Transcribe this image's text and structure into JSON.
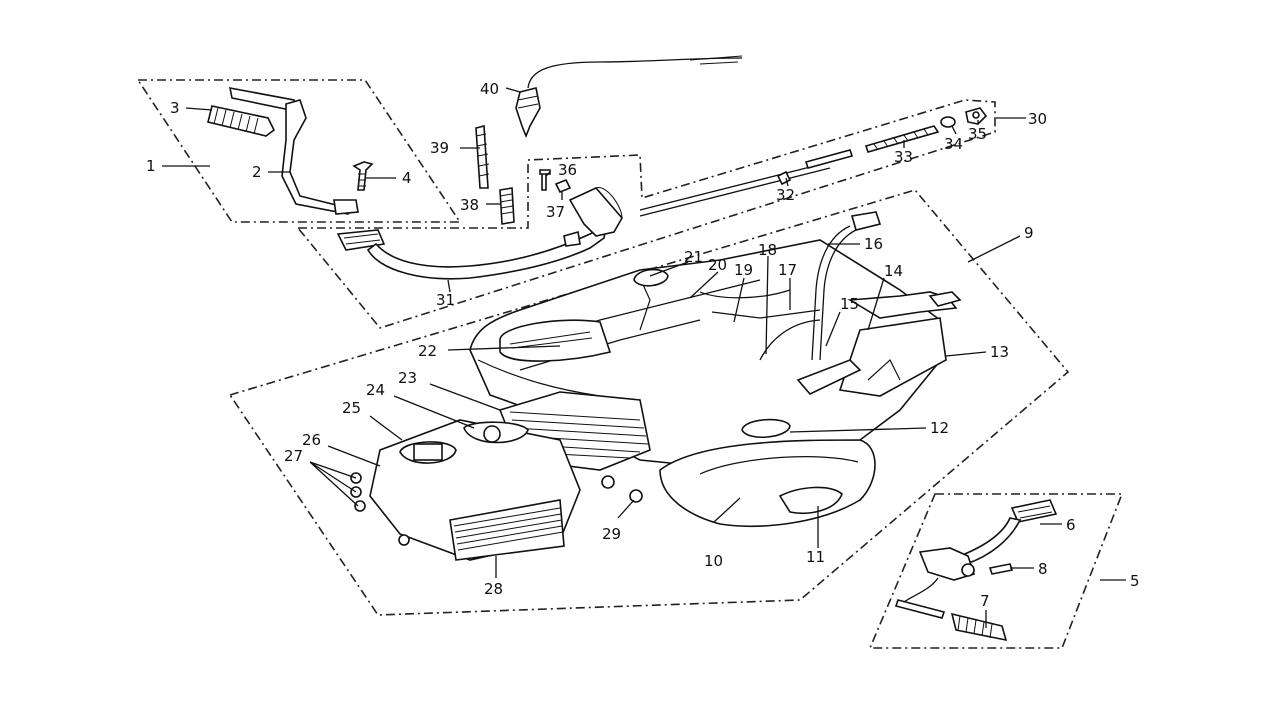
{
  "callouts": [
    {
      "id": "1",
      "label": "1"
    },
    {
      "id": "2",
      "label": "2"
    },
    {
      "id": "3",
      "label": "3"
    },
    {
      "id": "4",
      "label": "4"
    },
    {
      "id": "5",
      "label": "5"
    },
    {
      "id": "6",
      "label": "6"
    },
    {
      "id": "7",
      "label": "7"
    },
    {
      "id": "8",
      "label": "8"
    },
    {
      "id": "9",
      "label": "9"
    },
    {
      "id": "10",
      "label": "10"
    },
    {
      "id": "11",
      "label": "11"
    },
    {
      "id": "12",
      "label": "12"
    },
    {
      "id": "13",
      "label": "13"
    },
    {
      "id": "14",
      "label": "14"
    },
    {
      "id": "15",
      "label": "15"
    },
    {
      "id": "16",
      "label": "16"
    },
    {
      "id": "17",
      "label": "17"
    },
    {
      "id": "18",
      "label": "18"
    },
    {
      "id": "19",
      "label": "19"
    },
    {
      "id": "20",
      "label": "20"
    },
    {
      "id": "21",
      "label": "21"
    },
    {
      "id": "22",
      "label": "22"
    },
    {
      "id": "23",
      "label": "23"
    },
    {
      "id": "24",
      "label": "24"
    },
    {
      "id": "25",
      "label": "25"
    },
    {
      "id": "26",
      "label": "26"
    },
    {
      "id": "27",
      "label": "27"
    },
    {
      "id": "28",
      "label": "28"
    },
    {
      "id": "29",
      "label": "29"
    },
    {
      "id": "30",
      "label": "30"
    },
    {
      "id": "31",
      "label": "31"
    },
    {
      "id": "32",
      "label": "32"
    },
    {
      "id": "33",
      "label": "33"
    },
    {
      "id": "34",
      "label": "34"
    },
    {
      "id": "35",
      "label": "35"
    },
    {
      "id": "36",
      "label": "36"
    },
    {
      "id": "37",
      "label": "37"
    },
    {
      "id": "38",
      "label": "38"
    },
    {
      "id": "39",
      "label": "39"
    },
    {
      "id": "40",
      "label": "40"
    }
  ]
}
